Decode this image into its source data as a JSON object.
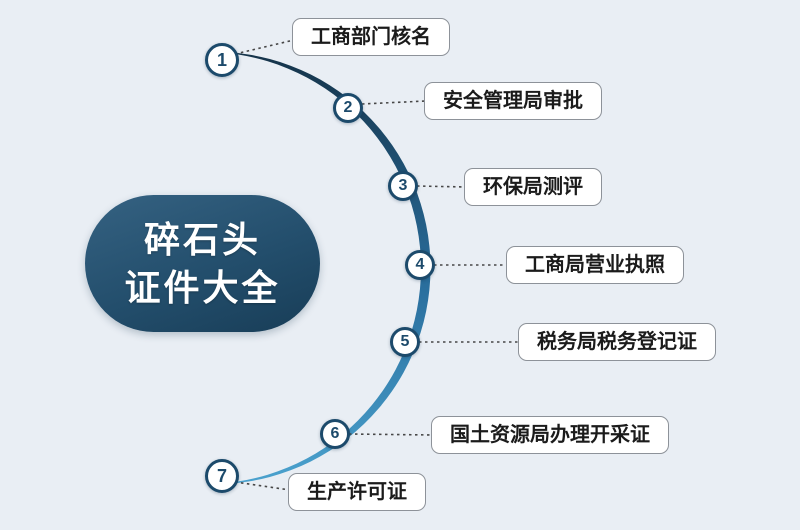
{
  "page": {
    "background": "#e9eef4"
  },
  "badge": {
    "line1": "碎石头",
    "line2": "证件大全",
    "background": "#234e6c",
    "text_color": "#ffffff"
  },
  "steps": [
    {
      "num": "1",
      "label": "工商部门核名"
    },
    {
      "num": "2",
      "label": "安全管理局审批"
    },
    {
      "num": "3",
      "label": "环保局测评"
    },
    {
      "num": "4",
      "label": "工商局营业执照"
    },
    {
      "num": "5",
      "label": "税务局税务登记证"
    },
    {
      "num": "6",
      "label": "国土资源局办理开采证"
    },
    {
      "num": "7",
      "label": "生产许可证"
    }
  ],
  "colors": {
    "arc_gradient_top": "#153349",
    "arc_gradient_mid": "#2a6f9e",
    "arc_gradient_bottom": "#4ba2ce",
    "marker_border": "#1c4a6b",
    "marker_number": "#1c4a6b",
    "connector_dotted": "#474747",
    "label_border": "#8d9299"
  }
}
